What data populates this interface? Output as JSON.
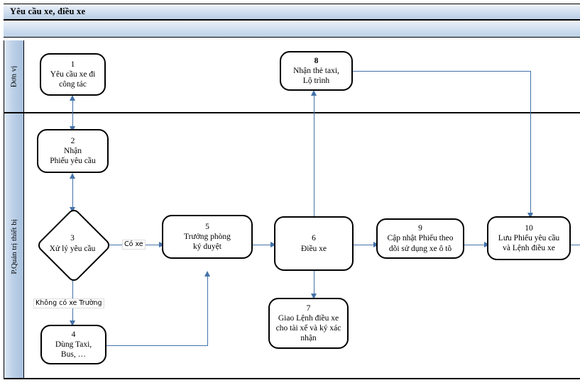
{
  "header": {
    "title": "Yêu cầu xe, điều xe"
  },
  "lanes": [
    {
      "label": "Đơn vị"
    },
    {
      "label": "P.Quản trị thiết bị"
    }
  ],
  "nodes": [
    {
      "id": "n1",
      "num": "1",
      "text": "Yêu cầu xe đi\ncông tác",
      "shape": "rounded-rect",
      "lane": 0
    },
    {
      "id": "n8",
      "num": "8",
      "text": "Nhận thẻ taxi,\nLộ trình",
      "shape": "rounded-rect",
      "lane": 0,
      "num_bold": true
    },
    {
      "id": "n2",
      "num": "2",
      "text": "Nhận\nPhiếu yêu cầu",
      "shape": "rounded-rect",
      "lane": 1
    },
    {
      "id": "n3",
      "num": "3",
      "text": "Xử lý yêu cầu",
      "shape": "diamond",
      "lane": 1
    },
    {
      "id": "n4",
      "num": "4",
      "text": "Dùng Taxi,\nBus, …",
      "shape": "rounded-rect",
      "lane": 1
    },
    {
      "id": "n5",
      "num": "5",
      "text": "Trưởng phòng\nký duyệt",
      "shape": "rounded-rect",
      "lane": 1
    },
    {
      "id": "n6",
      "num": "6",
      "text": "Điều xe",
      "shape": "rounded-rect",
      "lane": 1
    },
    {
      "id": "n7",
      "num": "7",
      "text": "Giao Lệnh điều xe\ncho tài xế và ký xác\nnhận",
      "shape": "rounded-rect",
      "lane": 1
    },
    {
      "id": "n9",
      "num": "9",
      "text": "Cập nhật Phiếu theo\ndõi sử dụng xe ô tô",
      "shape": "rounded-rect",
      "lane": 1
    },
    {
      "id": "n10",
      "num": "10",
      "text": "Lưu Phiếu yêu cầu\nvà Lệnh điều xe",
      "shape": "rounded-rect",
      "lane": 1
    }
  ],
  "edge_labels": [
    {
      "id": "e-co-xe",
      "text": "Có xe"
    },
    {
      "id": "e-khong-co-xe",
      "text": "Không có xe Trường"
    }
  ],
  "colors": {
    "connector": "#4472a8",
    "lane_fill_start": "#dce7f4",
    "lane_fill_end": "#a9c2de",
    "node_border": "#000000",
    "title_bar_start": "#eef3fa",
    "title_bar_end": "#b9cde4"
  }
}
